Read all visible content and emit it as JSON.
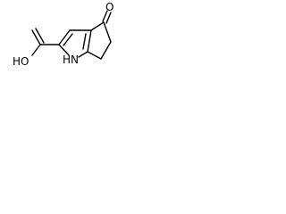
{
  "molecule": {
    "atoms": {
      "ketone_oxygen": "O",
      "hydroxyl": "HO",
      "ring_nitrogen": "N",
      "ring_nitrogen_h": "H"
    }
  },
  "colors": {
    "bond": "#000000",
    "text": "#000000",
    "background": "#ffffff"
  }
}
